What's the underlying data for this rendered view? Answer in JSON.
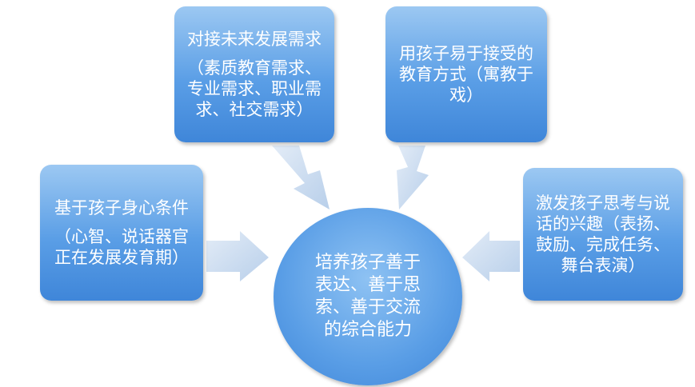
{
  "colors": {
    "box_top": "#9cc8f2",
    "box_bottom": "#3f86d9",
    "arrow": "#c7d9ef",
    "text": "#ffffff"
  },
  "boxes": {
    "top_left": {
      "title": "对接未来发展需求",
      "detail": "（素质教育需求、专业需求、职业需求、社交需求）"
    },
    "top_right": {
      "title": "用孩子易于接受的教育方式（寓教于戏）"
    },
    "left": {
      "title": "基于孩子身心条件",
      "detail": "（心智、说话器官正在发展发育期）"
    },
    "right": {
      "title": "激发孩子思考与说话的兴趣（表扬、鼓励、完成任务、舞台表演）"
    }
  },
  "center": {
    "text": "培养孩子善于表达、善于思索、善于交流的综合能力"
  }
}
